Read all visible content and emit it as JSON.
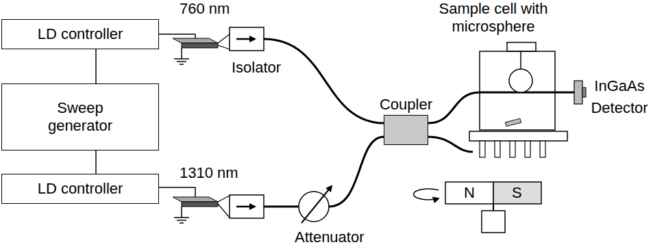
{
  "diagram": {
    "nodes": [
      {
        "text": [
          "LD controller"
        ]
      },
      {
        "text": [
          "Sweep generator"
        ]
      },
      {
        "text": [
          "LD controller"
        ]
      },
      {
        "text": [
          "Coupler"
        ]
      }
    ],
    "edges": [
      {
        "from": 0,
        "to": 1,
        "arrow": "none"
      },
      {
        "from": 1,
        "to": 2,
        "arrow": "none"
      }
    ],
    "labels": [
      "760 nm",
      "Isolator",
      "1310 nm",
      "Attenuator",
      "Sample cell with microsphere",
      "InGaAs Detector",
      "N",
      "S"
    ]
  }
}
